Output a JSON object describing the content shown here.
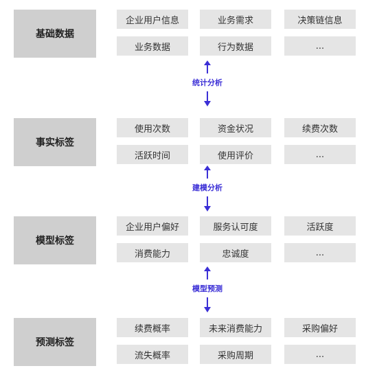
{
  "colors": {
    "label_bg": "#cfcfcf",
    "cell_bg": "#e5e5e5",
    "arrow": "#3b2fd6"
  },
  "sections": [
    {
      "label": "基础数据",
      "cells": [
        [
          "企业用户信息",
          "业务需求",
          "决策链信息"
        ],
        [
          "业务数据",
          "行为数据",
          "..."
        ]
      ]
    },
    {
      "label": "事实标签",
      "cells": [
        [
          "使用次数",
          "资金状况",
          "续费次数"
        ],
        [
          "活跃时间",
          "使用评价",
          "..."
        ]
      ]
    },
    {
      "label": "模型标签",
      "cells": [
        [
          "企业用户偏好",
          "服务认可度",
          "活跃度"
        ],
        [
          "消费能力",
          "忠诚度",
          "..."
        ]
      ]
    },
    {
      "label": "预测标签",
      "cells": [
        [
          "续费概率",
          "未来消费能力",
          "采购偏好"
        ],
        [
          "流失概率",
          "采购周期",
          "..."
        ]
      ]
    }
  ],
  "connectors": [
    {
      "label": "统计分析"
    },
    {
      "label": "建模分析"
    },
    {
      "label": "模型预测"
    }
  ]
}
